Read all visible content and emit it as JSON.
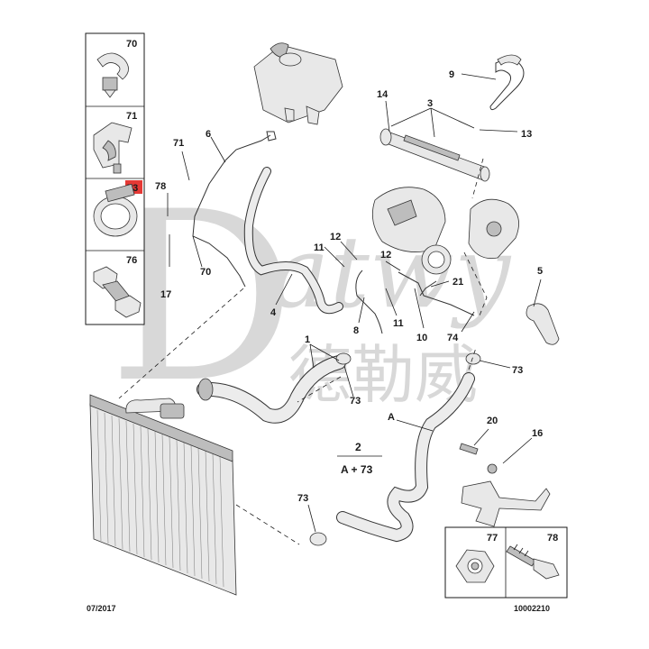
{
  "date_code": "07/2017",
  "diagram_ref": "10002210",
  "watermark": {
    "letter": "D",
    "word": "atwy",
    "cjk": "德勒威"
  },
  "assembly_note": {
    "number": "2",
    "formula": "A + 73"
  },
  "side_legend": [
    {
      "label": "70",
      "highlighted": false,
      "icon": "hose-clip-icon"
    },
    {
      "label": "71",
      "highlighted": false,
      "icon": "bracket-clip-icon"
    },
    {
      "label": "73",
      "highlighted": true,
      "highlight_color": "#e53935",
      "icon": "hose-clamp-icon"
    },
    {
      "label": "76",
      "highlighted": false,
      "icon": "flange-bolt-icon"
    }
  ],
  "bottom_legend": [
    {
      "label": "77",
      "icon": "hex-nut-icon"
    },
    {
      "label": "78",
      "icon": "screw-icon"
    }
  ],
  "callouts": {
    "c9": "9",
    "c14": "14",
    "c3": "3",
    "c13": "13",
    "c6": "6",
    "c71": "71",
    "c78": "78",
    "c17": "17",
    "c70": "70",
    "c11a": "11",
    "c12a": "12",
    "c12b": "12",
    "c21": "21",
    "c5": "5",
    "c4": "4",
    "c8": "8",
    "c11b": "11",
    "c10": "10",
    "c74": "74",
    "c1": "1",
    "c73a": "73",
    "c73b": "73",
    "cA": "A",
    "c20": "20",
    "c16": "16",
    "c73c": "73"
  }
}
